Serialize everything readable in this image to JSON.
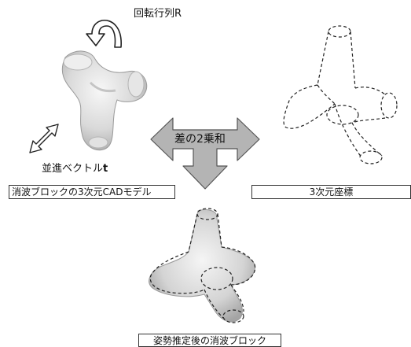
{
  "labels": {
    "rotation": "回転行列R",
    "translation_prefix": "並進ベクトル",
    "translation_symbol": "t",
    "center_arrow": "差の2乗和",
    "cad_model": "消波ブロックの3次元CADモデル",
    "coords": "3次元座標",
    "result": "姿勢推定後の消波ブロック"
  },
  "colors": {
    "arrow_fill": "#b4b4b4",
    "arrow_stroke": "#555555",
    "block_body": "#dcdcdc",
    "dashed_line": "#222222"
  },
  "icons": {
    "rotation": "curved-arrow-icon",
    "translation": "double-arrow-icon"
  }
}
